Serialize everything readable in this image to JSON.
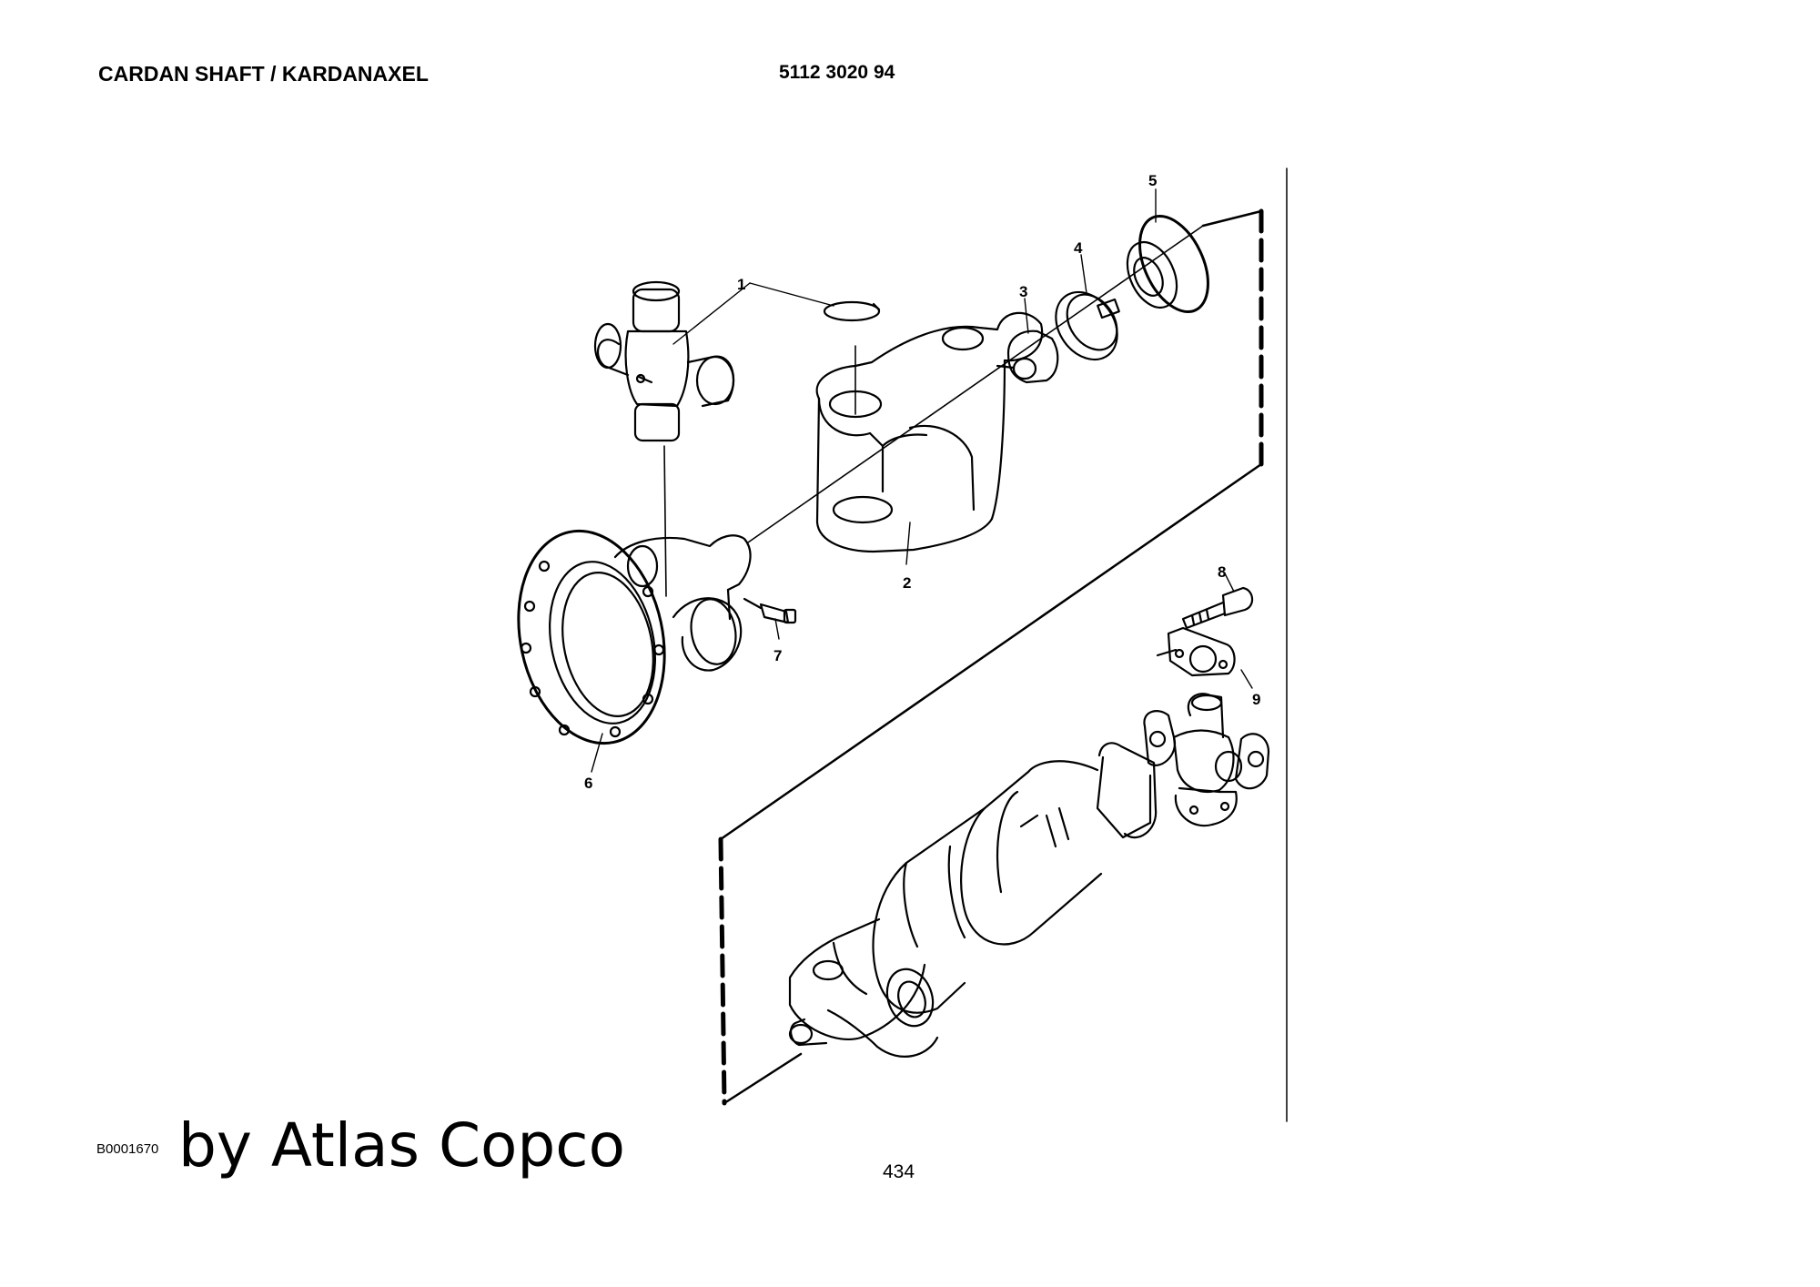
{
  "header": {
    "title": "CARDAN SHAFT / KARDANAXEL",
    "part_number": "5112 3020 94"
  },
  "diagram": {
    "callouts": [
      "1",
      "2",
      "3",
      "4",
      "5",
      "6",
      "7",
      "8",
      "9"
    ]
  },
  "footer": {
    "reference_code": "B0001670",
    "brand_text": "by Atlas Copco",
    "page_number": "434"
  }
}
